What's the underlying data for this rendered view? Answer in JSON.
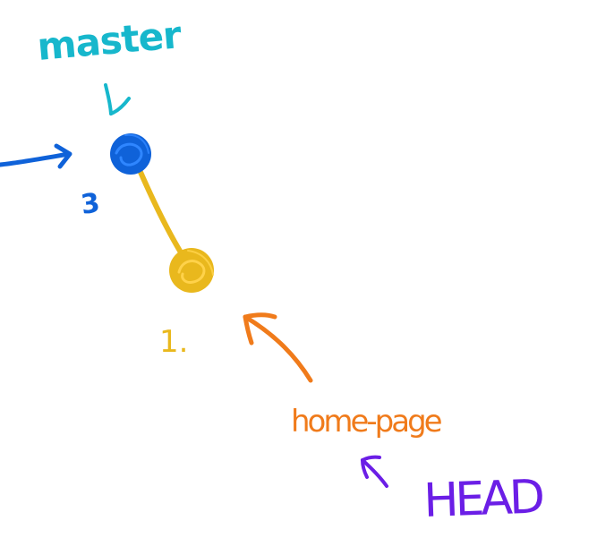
{
  "labels": {
    "master": "master",
    "commit_number": "3",
    "commit_number_partial": "1.",
    "home_page": "home-page",
    "head": "HEAD"
  },
  "colors": {
    "background": "#ffffff",
    "master": "#17b7cc",
    "commit_blue": "#0f62d9",
    "commit_blue_highlight": "#2f86ff",
    "commit_yellow": "#e9b81d",
    "commit_yellow_highlight": "#ffd24a",
    "home_page": "#f07b1b",
    "head": "#6b1ee6"
  }
}
